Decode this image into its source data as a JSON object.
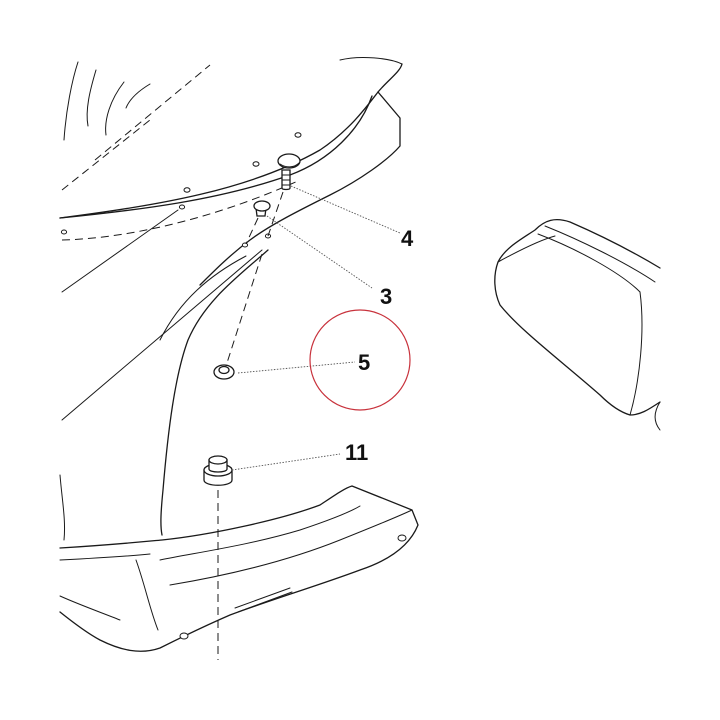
{
  "callouts": {
    "c4": "4",
    "c3": "3",
    "c5": "5",
    "c11": "11"
  },
  "highlight": {
    "target": "5",
    "color": "#c8323c"
  }
}
